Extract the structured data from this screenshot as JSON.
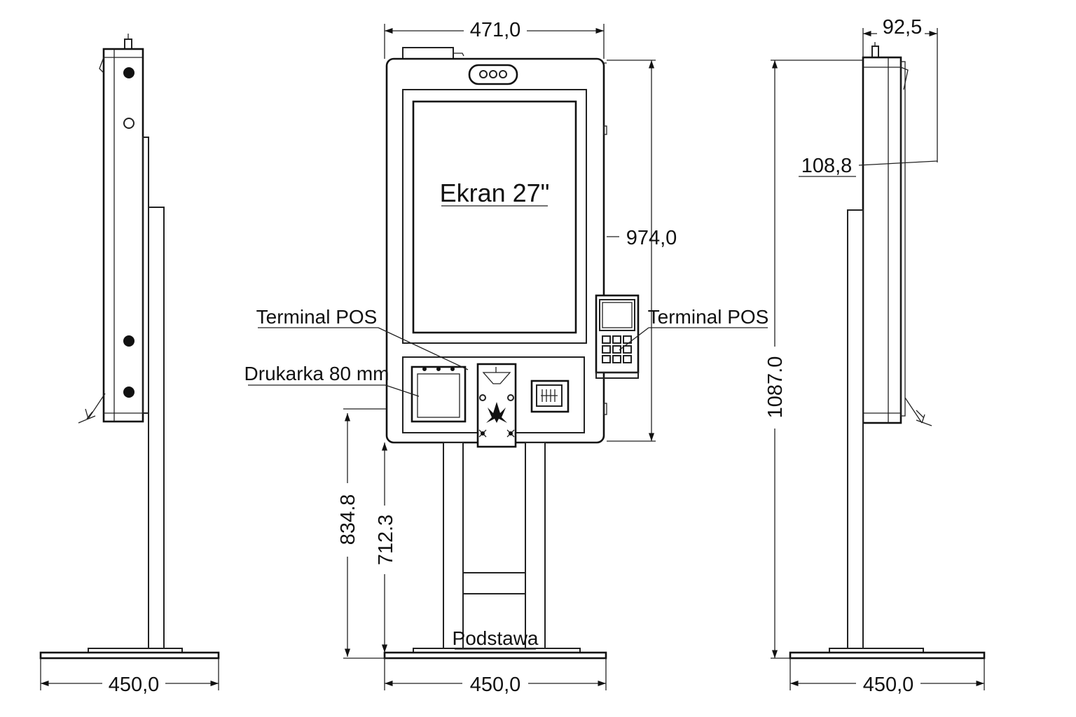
{
  "dimensions": {
    "top_width": "471,0",
    "side_depth_top": "92,5",
    "side_depth_mid": "108,8",
    "body_height": "974,0",
    "total_height": "1087.0",
    "printer_height": "834.8",
    "body_bottom_height": "712.3",
    "base_width_left": "450,0",
    "base_width_center": "450,0",
    "base_width_right": "450,0"
  },
  "labels": {
    "screen": "Ekran 27\"",
    "pos_left": "Terminal POS",
    "pos_right": "Terminal POS",
    "printer": "Drukarka 80 mm",
    "base": "Podstawa"
  }
}
